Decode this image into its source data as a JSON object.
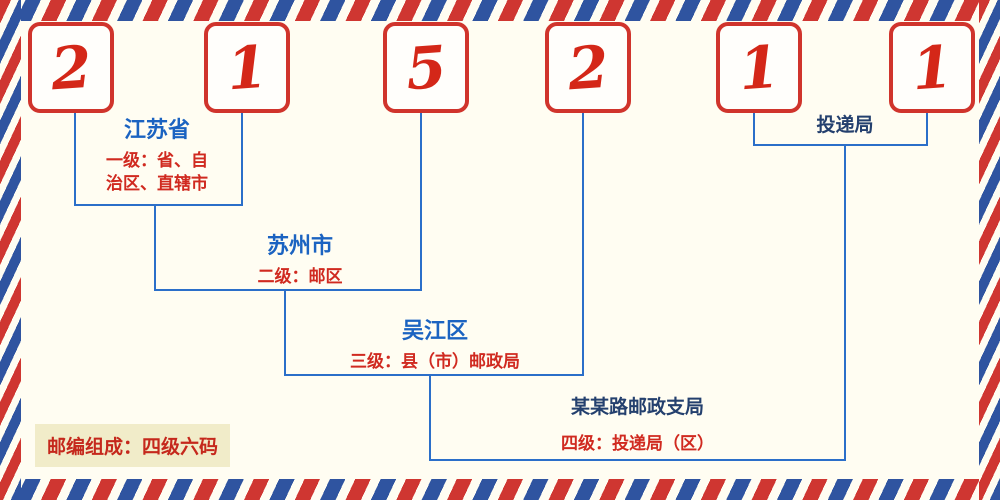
{
  "postal_code": {
    "digits": [
      "2",
      "1",
      "5",
      "2",
      "1",
      "1"
    ]
  },
  "labels": {
    "province": {
      "name": "江苏省",
      "desc1": "一级：省、自",
      "desc2": "治区、直辖市"
    },
    "city": {
      "name": "苏州市",
      "desc": "二级：邮区"
    },
    "district": {
      "name": "吴江区",
      "desc": "三级：县（市）邮政局"
    },
    "branch": {
      "name": "某某路邮政支局",
      "desc": "四级：投递局（区）"
    },
    "delivery": {
      "name": "投递局"
    }
  },
  "footer": {
    "composition_note": "邮编组成：四级六码"
  },
  "colors": {
    "digit_red": "#d42718",
    "box_border_red": "#d0342c",
    "line_blue": "#2b6fc9",
    "label_blue": "#1b63c1",
    "desc_red": "#d02a20",
    "navy": "#24406e",
    "badge_bg": "#f1ecc9",
    "stripe_red": "#cf3631",
    "stripe_blue": "#2f54a0",
    "background": "#fffdf2"
  }
}
